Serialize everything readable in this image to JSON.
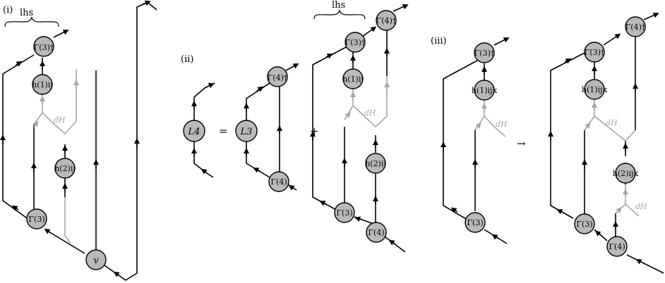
{
  "panels": {
    "i": "(i)",
    "ii": "(ii)",
    "iii": "(iii)"
  },
  "brace_label": "lhs",
  "operators": {
    "equals": "=",
    "plus": "+",
    "arrow": "→"
  },
  "labels": {
    "gamma3_dagger": "Γ(3)†",
    "gamma4_dagger": "Γ(4)†",
    "gamma3": "Γ(3)",
    "gamma4": "Γ(4)",
    "h1_ij": "h(1)ij",
    "h2_ij": "h(2)ij",
    "h1_ijk": "h(1)ijk",
    "h2_ijk": "h(2)ijk",
    "v": "v",
    "L4": "L4",
    "L3": "L3",
    "dH": "dH"
  },
  "colors": {
    "node_fill": "#b9b9b9",
    "line": "#000000",
    "gray_line": "#a6a6a6"
  }
}
